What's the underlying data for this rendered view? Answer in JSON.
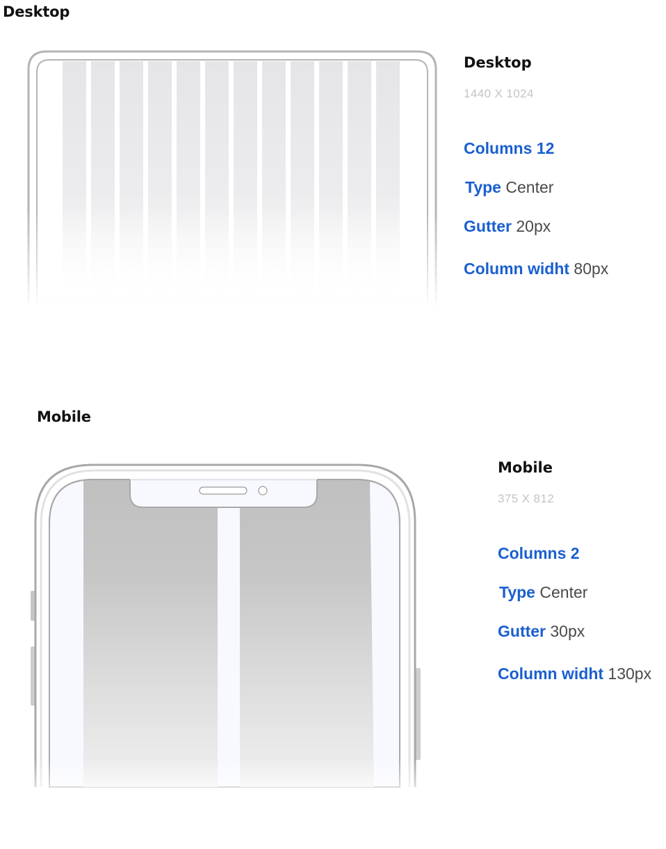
{
  "colors": {
    "accent": "#1a5fd0",
    "heading": "#111111",
    "muted": "#c4c4c4",
    "value": "#4a4a4a",
    "frame": "#ababab",
    "column_desktop": "#e6e6e8",
    "column_mobile": "#c2c2c2",
    "mobile_screen_bg": "#f8f9ff"
  },
  "desktop": {
    "section_title": "Desktop",
    "panel_title": "Desktop",
    "resolution": "1440 X 1024",
    "specs": [
      {
        "key": "Columns",
        "value": "12",
        "key_only": true
      },
      {
        "key": "Type",
        "value": "Center"
      },
      {
        "key": "Gutter",
        "value": "20px"
      },
      {
        "key": "Column widht",
        "value": "80px"
      }
    ],
    "columns": 12
  },
  "mobile": {
    "section_title": "Mobile",
    "panel_title": "Mobile",
    "resolution": "375 X 812",
    "specs": [
      {
        "key": "Columns",
        "value": "2",
        "key_only": true
      },
      {
        "key": "Type",
        "value": "Center"
      },
      {
        "key": "Gutter",
        "value": "30px"
      },
      {
        "key": "Column widht",
        "value": "130px"
      }
    ],
    "columns": 2
  }
}
